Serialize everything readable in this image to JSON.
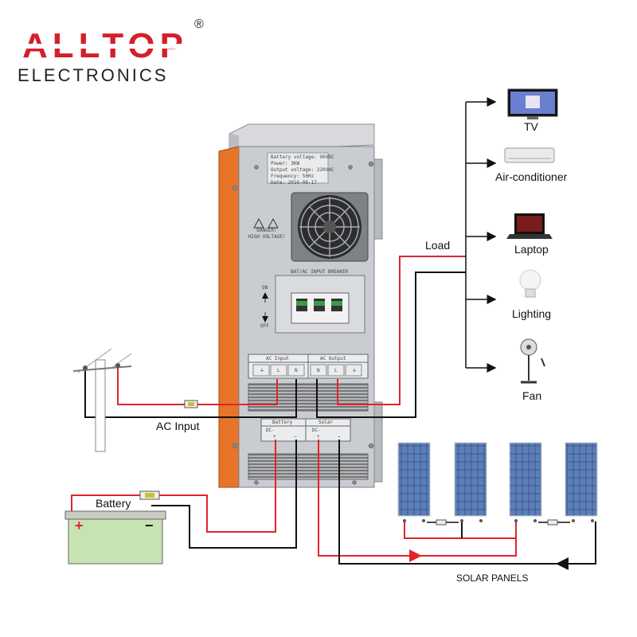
{
  "logo": {
    "brand": "ALLTOP",
    "registered": "®",
    "subtitle": "ELECTRONICS"
  },
  "inverter": {
    "spec_lines": [
      "Battery voltage: 96VDC",
      "Power: 3KW",
      "Output voltage: 220VAC",
      "Frequency: 50Hz",
      "Date: 2016-08-17"
    ],
    "warning_label": "DANGER!\nHIGH VOLTAGE!",
    "breaker_label": "BAT/AC INPUT BREAKER",
    "on_label": "ON",
    "off_label": "OFF",
    "ac_input_header": "AC Input",
    "ac_output_header": "AC Output",
    "terminal_labels": [
      "⏚",
      "L",
      "N",
      "N",
      "L",
      "⏚"
    ],
    "battery_header": "Battery",
    "solar_header": "Solar",
    "dc_label_1": "DC-",
    "dc_label_2": "DC-",
    "polarity": [
      "+",
      "−",
      "+",
      "−"
    ],
    "colors": {
      "body": "#c9ccd0",
      "side": "#e8742a",
      "wire_red": "#e0252a",
      "wire_black": "#111111"
    }
  },
  "labels": {
    "load": "Load",
    "ac_input": "AC Input",
    "battery": "Battery",
    "solar_panels": "SOLAR PANELS",
    "battery_plus": "+",
    "battery_minus": "−"
  },
  "loads": [
    {
      "name": "TV",
      "icon": "tv-icon"
    },
    {
      "name": "Air-conditioner",
      "icon": "air-conditioner-icon"
    },
    {
      "name": "Laptop",
      "icon": "laptop-icon"
    },
    {
      "name": "Lighting",
      "icon": "light-bulb-icon"
    },
    {
      "name": "Fan",
      "icon": "fan-icon"
    }
  ]
}
